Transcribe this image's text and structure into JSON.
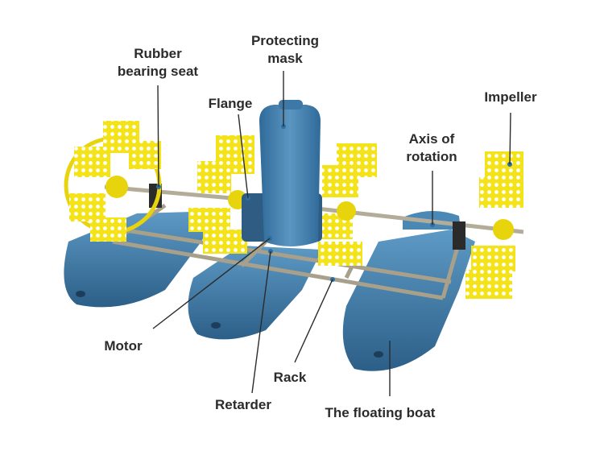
{
  "labels": {
    "protecting_mask": [
      "Protecting",
      "mask"
    ],
    "rubber_bearing_seat": [
      "Rubber",
      "bearing seat"
    ],
    "flange": "Flange",
    "impeller": "Impeller",
    "axis_of_rotation": [
      "Axis of",
      "rotation"
    ],
    "motor": "Motor",
    "rack": "Rack",
    "retarder": "Retarder",
    "floating_boat": "The floating boat"
  },
  "colors": {
    "boat": "#3f7fae",
    "boat_dark": "#2c5f88",
    "boat_light": "#5d9ac5",
    "impeller": "#f4e318",
    "impeller_dark": "#d8c40a",
    "frame": "#a8a08a",
    "leader_line": "#2b2b2b",
    "text": "#2b2b2b"
  }
}
